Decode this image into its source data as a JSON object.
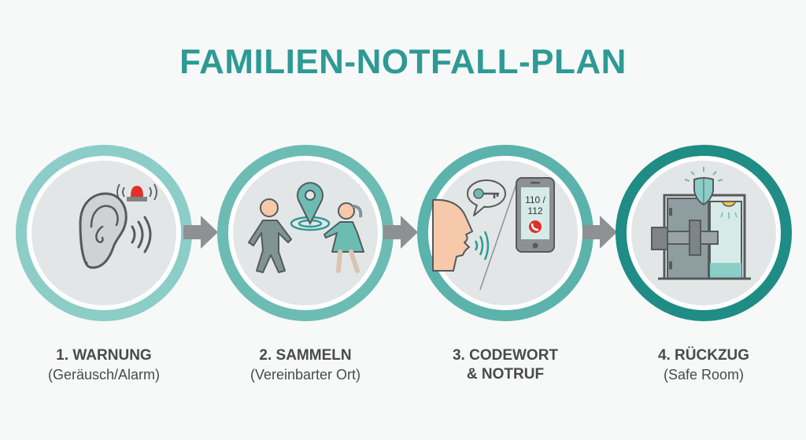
{
  "title": "FAMILIEN-NOTFALL-PLAN",
  "colors": {
    "title": "#2e9a95",
    "ring_light": "#8ccdc8",
    "ring_mid": "#6cbcb4",
    "ring_dark": "#1f8c85",
    "arrow": "#8e9193",
    "disc": "#e3e6e7",
    "text": "#4a4a4a",
    "alert_red": "#e0302e"
  },
  "steps": [
    {
      "number": "1",
      "heading": "1. WARNUNG",
      "subtitle": "(Geräusch/Alarm)",
      "icons": [
        "ear-icon",
        "siren-icon",
        "sound-waves-icon"
      ]
    },
    {
      "number": "2",
      "heading": "2. SAMMELN",
      "subtitle": "(Vereinbarter Ort)",
      "icons": [
        "walking-man-icon",
        "location-pin-icon",
        "walking-girl-icon"
      ]
    },
    {
      "number": "3",
      "heading": "3. CODEWORT",
      "heading_line2": "& NOTRUF",
      "icons": [
        "speaking-face-icon",
        "key-speech-bubble-icon",
        "smartphone-icon"
      ],
      "phone_text_line1": "110 /",
      "phone_text_line2": "112"
    },
    {
      "number": "4",
      "heading": "4. RÜCKZUG",
      "subtitle": "(Safe Room)",
      "icons": [
        "safe-room-door-icon",
        "shield-icon",
        "ceiling-lamp-icon"
      ]
    }
  ],
  "connectors": [
    "arrow-right-icon",
    "arrow-right-icon",
    "arrow-right-icon"
  ]
}
